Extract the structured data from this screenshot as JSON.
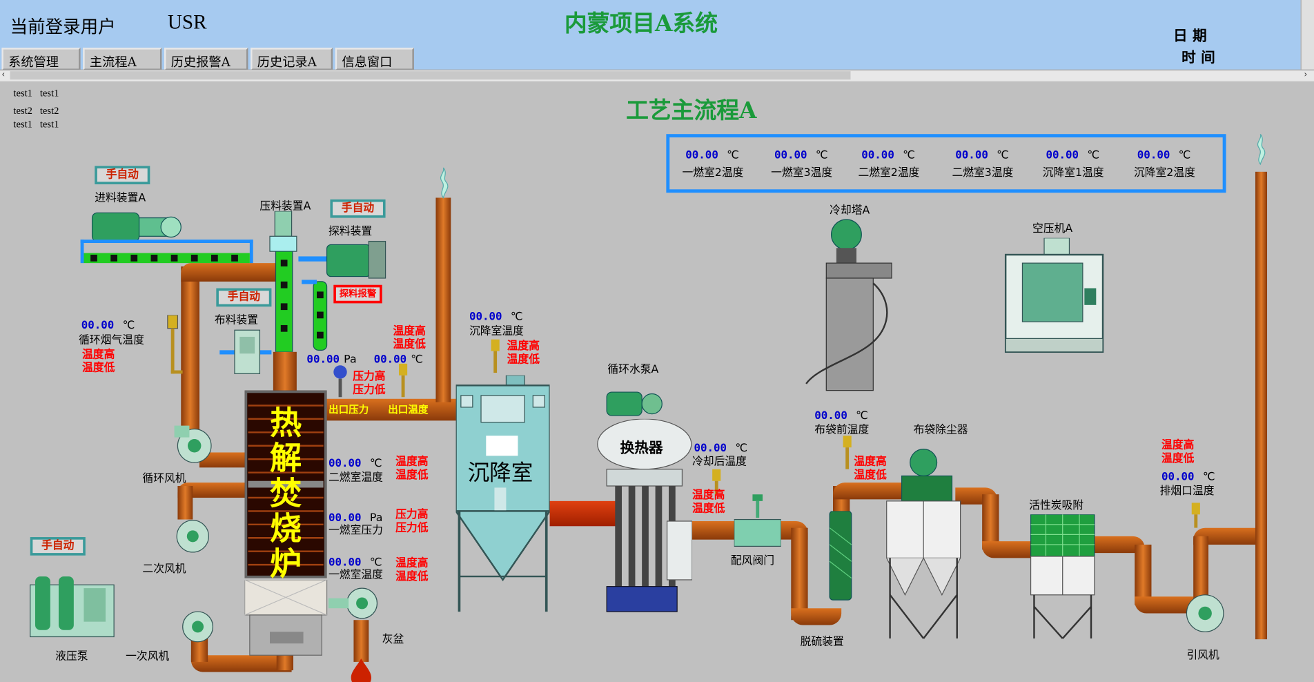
{
  "header": {
    "user_label": "当前登录用户",
    "user_name": "USR",
    "system_title": "内蒙项目A系统",
    "date_label": "日期",
    "time_label": "时间"
  },
  "tabs": [
    "系统管理",
    "主流程A",
    "历史报警A",
    "历史记录A",
    "信息窗口"
  ],
  "log_lines": [
    {
      "a": "test1",
      "b": "test1"
    },
    {
      "a": "test2",
      "b": "test2"
    },
    {
      "a": "test1",
      "b": "test1"
    }
  ],
  "process_title": "工艺主流程A",
  "temp_panel": [
    {
      "value": "00.00",
      "unit": "℃",
      "label": "一燃室2温度"
    },
    {
      "value": "00.00",
      "unit": "℃",
      "label": "一燃室3温度"
    },
    {
      "value": "00.00",
      "unit": "℃",
      "label": "二燃室2温度"
    },
    {
      "value": "00.00",
      "unit": "℃",
      "label": "二燃室3温度"
    },
    {
      "value": "00.00",
      "unit": "℃",
      "label": "沉降室1温度"
    },
    {
      "value": "00.00",
      "unit": "℃",
      "label": "沉降室2温度"
    }
  ],
  "auto_button": "手自动",
  "equipment": {
    "feeder": "进料装置A",
    "press": "压料装置A",
    "probe": "探料装置",
    "probe_alarm": "探料报警",
    "distributor": "布料装置",
    "circ_fan": "循环风机",
    "secondary_fan": "二次风机",
    "primary_fan": "一次风机",
    "hydraulic_pump": "液压泵",
    "ash_tray": "灰盆",
    "furnace": "热解焚烧炉",
    "settling": "沉降室",
    "circ_pump": "循环水泵A",
    "heat_exchanger": "换热器",
    "cooling_tower": "冷却塔A",
    "air_compressor": "空压机A",
    "air_valve": "配风阀门",
    "desulfur": "脱硫装置",
    "bag_filter": "布袋除尘器",
    "carbon_adsorb": "活性炭吸附",
    "induced_fan": "引风机"
  },
  "measurements": {
    "circ_gas_temp": {
      "value": "00.00",
      "unit": "℃",
      "label": "循环烟气温度"
    },
    "outlet_pressure": {
      "value": "00.00",
      "unit": "Pa"
    },
    "outlet_temp": {
      "value": "00.00",
      "unit": "℃"
    },
    "outlet_pressure_label": "出口压力",
    "outlet_temp_label": "出口温度",
    "settle_temp": {
      "value": "00.00",
      "unit": "℃",
      "label": "沉降室温度"
    },
    "sec_chamber_temp": {
      "value": "00.00",
      "unit": "℃",
      "label": "二燃室温度"
    },
    "pri_chamber_pressure": {
      "value": "00.00",
      "unit": "Pa",
      "label": "一燃室压力"
    },
    "pri_chamber_temp": {
      "value": "00.00",
      "unit": "℃",
      "label": "一燃室温度"
    },
    "after_cool_temp": {
      "value": "00.00",
      "unit": "℃",
      "label": "冷却后温度"
    },
    "bag_front_temp": {
      "value": "00.00",
      "unit": "℃",
      "label": "布袋前温度"
    },
    "exhaust_temp": {
      "value": "00.00",
      "unit": "℃",
      "label": "排烟口温度"
    }
  },
  "alarms": {
    "temp_high": "温度高",
    "temp_low": "温度低",
    "press_high": "压力高",
    "press_low": "压力低"
  }
}
